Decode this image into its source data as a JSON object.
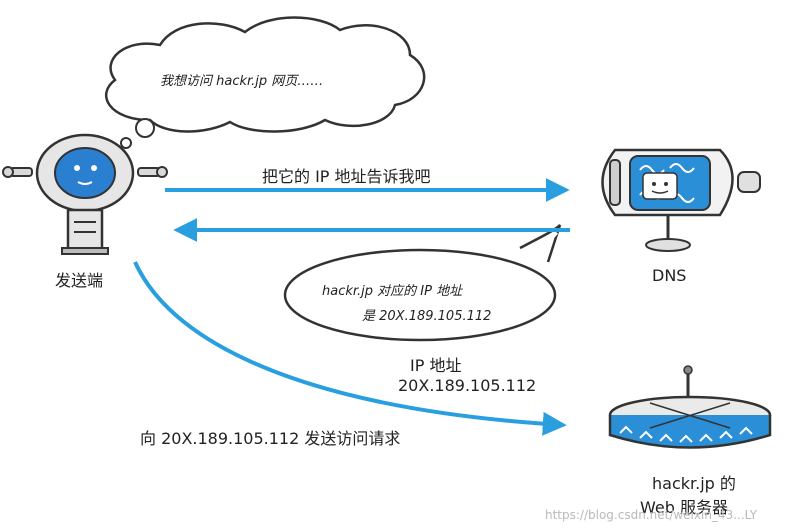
{
  "thought_bubble": {
    "text": "我想访问 hackr.jp 网页……"
  },
  "speech_bubble": {
    "line1": "hackr.jp 对应的 IP 地址",
    "line2": "是 20X.189.105.112"
  },
  "nodes": {
    "sender": {
      "label": "发送端",
      "icon": "robot-icon"
    },
    "dns": {
      "label": "DNS",
      "icon": "dns-server-icon"
    },
    "web": {
      "label_line1": "hackr.jp 的",
      "label_line2": "Web 服务器",
      "icon": "web-server-icon"
    }
  },
  "edges": {
    "request_ip": {
      "label": "把它的 IP 地址告诉我吧"
    },
    "ip_result": {
      "line1": "IP 地址",
      "line2": "20X.189.105.112"
    },
    "send_request": {
      "label": "向 20X.189.105.112 发送访问请求"
    }
  },
  "colors": {
    "arrow": "#2a9fe0",
    "robot_face": "#2b7fd1",
    "server_pattern": "#2a8fd6",
    "outline": "#333333"
  },
  "watermark": "https://blog.csdn.net/weixin_43...LY"
}
